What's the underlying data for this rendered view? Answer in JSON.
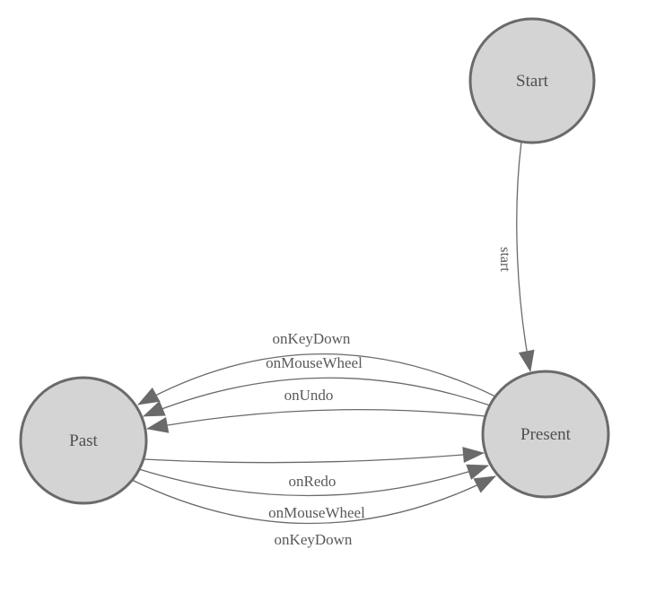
{
  "diagram": {
    "type": "finite-state-machine",
    "background_color": "#ffffff",
    "nodes": [
      {
        "id": "start",
        "label": "Start",
        "shape": "circle"
      },
      {
        "id": "past",
        "label": "Past",
        "shape": "circle"
      },
      {
        "id": "present",
        "label": "Present",
        "shape": "circle"
      }
    ],
    "edges": [
      {
        "from": "start",
        "to": "present",
        "label": "start",
        "label_orientation": "vertical"
      },
      {
        "from": "present",
        "to": "past",
        "label": "onKeyDown",
        "label_orientation": "horizontal"
      },
      {
        "from": "present",
        "to": "past",
        "label": "onMouseWheel",
        "label_orientation": "horizontal"
      },
      {
        "from": "present",
        "to": "past",
        "label": "onUndo",
        "label_orientation": "horizontal"
      },
      {
        "from": "past",
        "to": "present",
        "label": "onRedo",
        "label_orientation": "horizontal"
      },
      {
        "from": "past",
        "to": "present",
        "label": "onMouseWheel",
        "label_orientation": "horizontal"
      },
      {
        "from": "past",
        "to": "present",
        "label": "onKeyDown",
        "label_orientation": "horizontal"
      }
    ],
    "colors": {
      "node_fill": "#d4d4d4",
      "node_stroke": "#6a6a6a",
      "edge_stroke": "#6a6a6a",
      "arrow_fill": "#6a6a6a",
      "node_text": "#4f4f4f",
      "edge_text": "#595959"
    }
  }
}
